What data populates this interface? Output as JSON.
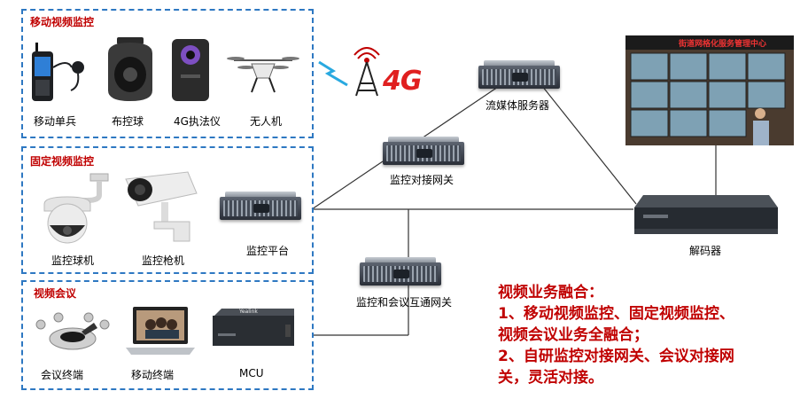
{
  "groups": {
    "mobile": {
      "title": "移动视频监控",
      "devices": [
        "移动单兵",
        "布控球",
        "4G执法仪",
        "无人机"
      ]
    },
    "fixed": {
      "title": "固定视频监控",
      "devices": [
        "监控球机",
        "监控枪机",
        "监控平台"
      ]
    },
    "conference": {
      "title": "视频会议",
      "devices": [
        "会议终端",
        "移动终端",
        "MCU"
      ]
    }
  },
  "network": {
    "badge_4g": "4G",
    "stream_server": "流媒体服务器",
    "monitor_gateway": "监控对接网关",
    "interop_gateway": "监控和会议互通网关",
    "decoder": "解码器"
  },
  "brand_mcu": "Yealink",
  "wall_banner": "街道网格化服务管理中心",
  "notes": {
    "heading": "视频业务融合：",
    "line1": "1、移动视频监控、固定视频监控、",
    "line2": "视频会议业务全融合；",
    "line3": "2、自研监控对接网关、会议对接网",
    "line4": "关，灵活对接。"
  },
  "colors": {
    "accent_red": "#c00000",
    "dashed_blue": "#2e78c2"
  }
}
